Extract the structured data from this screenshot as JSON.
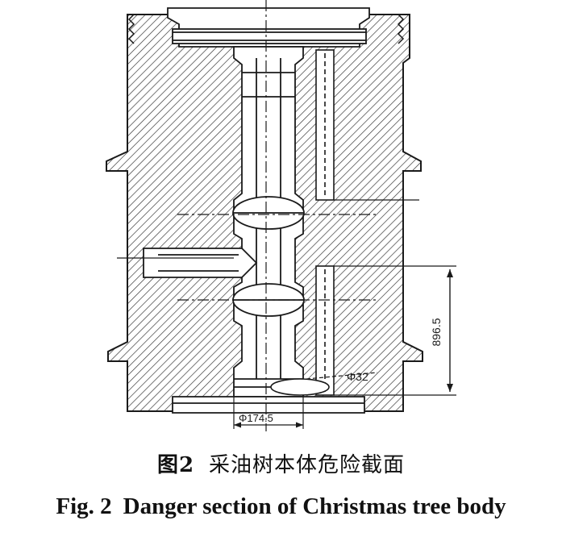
{
  "figure": {
    "dimensions": {
      "height": "896.5",
      "port_diameter": "Φ32",
      "base_diameter": "Φ174.5"
    }
  },
  "caption": {
    "cn_number": "图2",
    "cn_text": "采油树本体危险截面",
    "en_number": "Fig. 2",
    "en_text": "Danger section of Christmas tree body"
  },
  "colors": {
    "ink": "#1a1a1a",
    "background": "#ffffff"
  }
}
